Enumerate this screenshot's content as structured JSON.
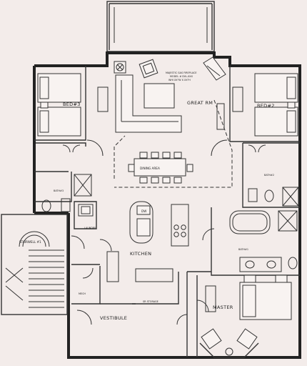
{
  "labels": {
    "bed3": "BED#3",
    "bed2": "BED#2",
    "great_rm": "GREAT RM",
    "dining_area": "DINING AREA",
    "kitchen": "KITCHEN",
    "dw": "DW",
    "laundry": "LAUNDRY",
    "bath3": "BATH#3",
    "bath2": "BATH#2",
    "bath1": "BATH#1",
    "stairwell": "STAIRWELL #1",
    "vestibule": "VESTIBULE",
    "master": "MASTER",
    "mech": "MECH",
    "storage": "SR STORAGE",
    "fireplace_note": [
      "MAJESTIC GAS FIREPLACE",
      "MODEL # DVL-XXX",
      "WHI XX\"W X XX\"H"
    ]
  },
  "colors": {
    "paper": "#f3ecea",
    "ink": "#222222"
  }
}
